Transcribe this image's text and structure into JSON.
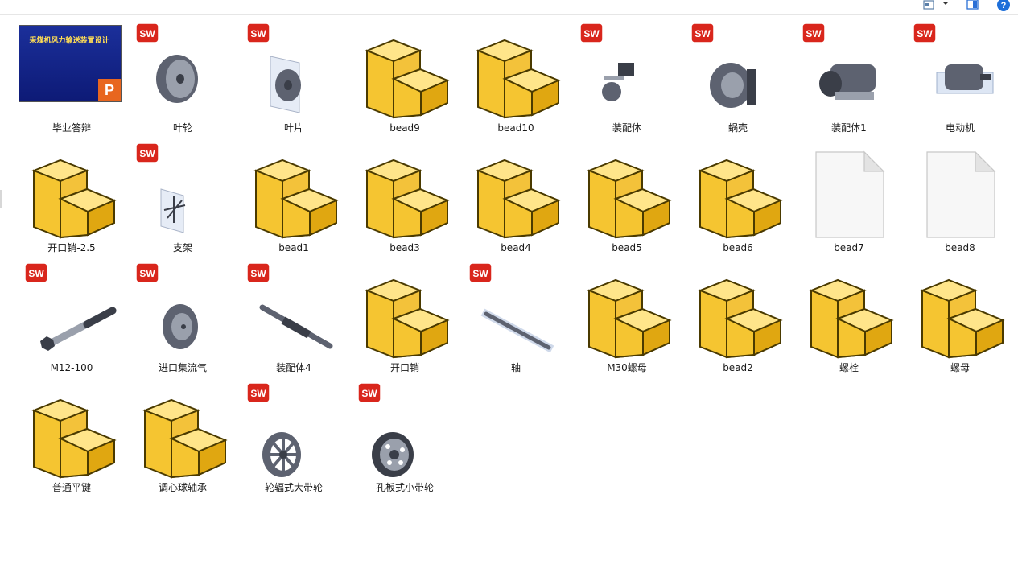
{
  "window": {
    "toolbar": {
      "view_icon": "view-options-icon",
      "dropdown_icon": "chevron-down-icon",
      "pane_icon": "preview-pane-icon",
      "help_icon": "help-icon",
      "help_label": "?"
    }
  },
  "colors": {
    "folder_yellow": "#f5c531",
    "sw_red": "#d9261c",
    "ppt_orange": "#e8661f",
    "ppt_blue": "#10218a"
  },
  "files": [
    {
      "label": "毕业答辩",
      "kind": "ppt",
      "thumb_title": "采煤机风力输送装置设计",
      "badge": "P"
    },
    {
      "label": "叶轮",
      "kind": "sw-impeller"
    },
    {
      "label": "叶片",
      "kind": "sw-blade"
    },
    {
      "label": "bead9",
      "kind": "part-generic"
    },
    {
      "label": "bead10",
      "kind": "part-generic"
    },
    {
      "label": "装配体",
      "kind": "sw-assembly"
    },
    {
      "label": "蜗壳",
      "kind": "sw-volute"
    },
    {
      "label": "装配体1",
      "kind": "sw-motor-assy"
    },
    {
      "label": "电动机",
      "kind": "sw-motor"
    },
    {
      "label": "开口销-2.5",
      "kind": "part-generic"
    },
    {
      "label": "支架",
      "kind": "sw-bracket"
    },
    {
      "label": "bead1",
      "kind": "part-generic"
    },
    {
      "label": "bead3",
      "kind": "part-generic"
    },
    {
      "label": "bead4",
      "kind": "part-generic"
    },
    {
      "label": "bead5",
      "kind": "part-generic"
    },
    {
      "label": "bead6",
      "kind": "part-generic"
    },
    {
      "label": "bead7",
      "kind": "blank-file"
    },
    {
      "label": "bead8",
      "kind": "blank-file"
    },
    {
      "label": "M12-100",
      "kind": "sw-bolt"
    },
    {
      "label": "进口集流气",
      "kind": "sw-inlet"
    },
    {
      "label": "装配体4",
      "kind": "sw-shaft-assy"
    },
    {
      "label": "开口销",
      "kind": "part-generic"
    },
    {
      "label": "轴",
      "kind": "sw-shaft"
    },
    {
      "label": "M30螺母",
      "kind": "part-generic"
    },
    {
      "label": "bead2",
      "kind": "part-generic"
    },
    {
      "label": "螺栓",
      "kind": "part-generic"
    },
    {
      "label": "螺母",
      "kind": "part-generic"
    },
    {
      "label": "普通平键",
      "kind": "part-generic"
    },
    {
      "label": "调心球轴承",
      "kind": "part-generic"
    },
    {
      "label": "轮辐式大带轮",
      "kind": "sw-spoke-pulley"
    },
    {
      "label": "孔板式小带轮",
      "kind": "sw-plate-pulley"
    }
  ],
  "sw_badge_text": "SW"
}
